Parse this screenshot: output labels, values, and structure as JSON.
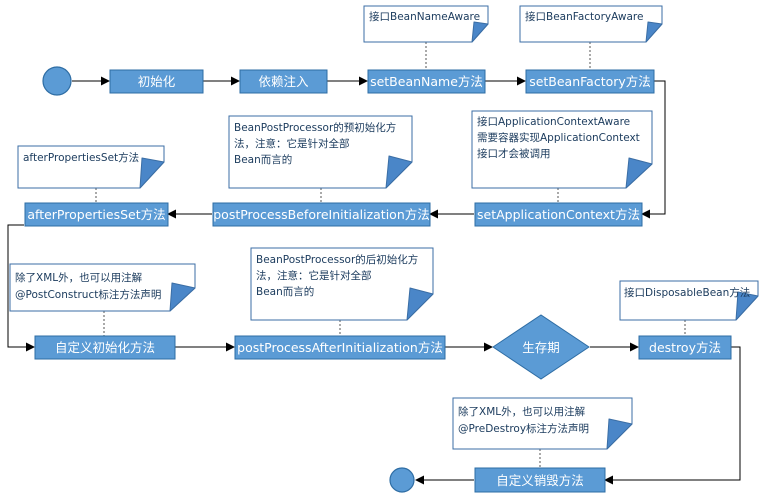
{
  "nodes": {
    "init": "初始化",
    "di": "依赖注入",
    "set_bean_name": "setBeanName方法",
    "set_bean_factory": "setBeanFactory方法",
    "set_app_ctx": "setApplicationContext方法",
    "post_before": "postProcessBeforeInitialization方法",
    "after_props": "afterPropertiesSet方法",
    "custom_init": "自定义初始化方法",
    "post_after": "postProcessAfterInitialization方法",
    "lifecycle": "生存期",
    "destroy": "destroy方法",
    "custom_destroy": "自定义销毁方法"
  },
  "notes": {
    "bean_name_aware": [
      "接口BeanNameAware"
    ],
    "bean_factory_aware": [
      "接口BeanFactoryAware"
    ],
    "app_ctx_aware": [
      "接口ApplicationContextAware",
      "需要容器实现ApplicationContext",
      "接口才会被调用"
    ],
    "pre_init": [
      "BeanPostProcessor的预初始化方",
      "法，注意：它是针对全部",
      "Bean而言的"
    ],
    "after_props_set": [
      "afterPropertiesSet方法"
    ],
    "xml_init": [
      "除了XML外，也可以用注解",
      "@PostConstruct标注方法声明"
    ],
    "post_init": [
      "BeanPostProcessor的后初始化方",
      "法，注意：它是针对全部",
      "Bean而言的"
    ],
    "disposable": [
      "接口DisposableBean方法"
    ],
    "xml_destroy": [
      "除了XML外，也可以用注解",
      "@PreDestroy标注方法声明"
    ]
  },
  "colors": {
    "box_fill": "#5b9bd5",
    "box_stroke": "#2e6da4",
    "note_fill": "#ffffff",
    "note_stroke": "#3b6ea5",
    "fold_fill": "#4a86c8",
    "arrow": "#000000"
  }
}
